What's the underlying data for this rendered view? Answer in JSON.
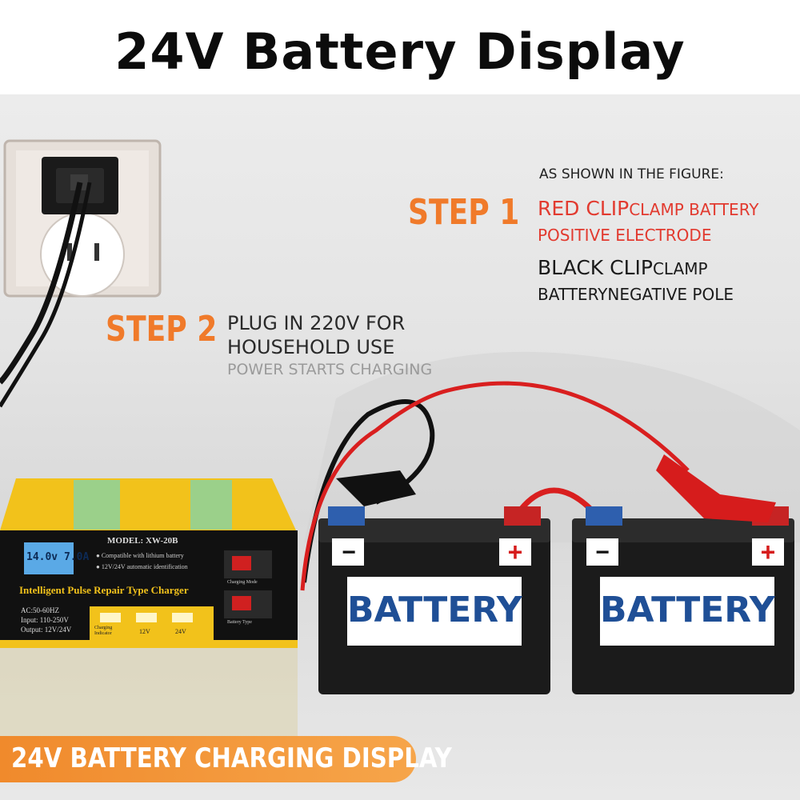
{
  "title": "24V Battery Display",
  "step1": {
    "heading": "STEP 1",
    "intro": "AS SHOWN IN THE FIGURE:",
    "red_clip": "RED CLIP",
    "red_clip_rest": "CLAMP BATTERY",
    "red_line2": "POSITIVE ELECTRODE",
    "black_clip": "BLACK CLIP",
    "black_clip_rest": "CLAMP",
    "black_line2a": "BATTERY",
    "black_line2b": "NEGATIVE POLE"
  },
  "step2": {
    "heading": "STEP 2",
    "line1": "PLUG IN 220V FOR",
    "line2": "HOUSEHOLD USE",
    "line3": "POWER STARTS CHARGING"
  },
  "charger": {
    "model": "MODEL: XW-20B",
    "lcd": "14.0v 7.0A",
    "feature1": "Compatible with lithium battery",
    "feature2": "12V/24V automatic identification",
    "name": "Intelligent Pulse Repair Type  Charger",
    "spec1": "AC:50-60HZ",
    "spec2": "Input: 110-250V",
    "spec3": "Output: 12V/24V",
    "led1": "Charging Indicator",
    "led2": "12V",
    "led3": "24V",
    "btn1": "Charging Mode",
    "btn2": "Battery Type"
  },
  "batteries": [
    {
      "label": "BATTERY",
      "minus": "−",
      "plus": "+"
    },
    {
      "label": "BATTERY",
      "minus": "−",
      "plus": "+"
    }
  ],
  "banner": "24V BATTERY CHARGING DISPLAY",
  "colors": {
    "accent_orange": "#f07a2a",
    "red_text": "#e23a2f",
    "battery_label": "#1f4f96",
    "charger_yellow": "#f2c21b",
    "charger_green": "#9bd08a",
    "lcd_blue": "#5aa9e6"
  }
}
